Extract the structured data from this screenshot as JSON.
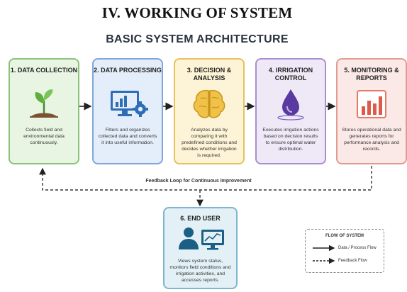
{
  "heading": "IV. WORKING OF SYSTEM",
  "subheading": "BASIC SYSTEM ARCHITECTURE",
  "boxes": [
    {
      "title": "1. DATA COLLECTION",
      "desc": "Collects field and environmental data continuously.",
      "icon": "plant-sprout-icon"
    },
    {
      "title": "2. DATA PROCESSING",
      "desc": "Filters and organizes collected data and converts it into useful information.",
      "icon": "monitor-chart-gear-icon"
    },
    {
      "title": "3. DECISION & ANALYSIS",
      "desc": "Analyzes data by comparing it with predefined conditions and decides whether irrigation is required.",
      "icon": "brain-icon"
    },
    {
      "title": "4. IRRIGATION CONTROL",
      "desc": "Executes irrigation actions based on decision results to ensure optimal water distribution.",
      "icon": "water-drop-icon"
    },
    {
      "title": "5. MONITORING & REPORTS",
      "desc": "Stores operational data and generates reports for performance analysis and records.",
      "icon": "bar-chart-report-icon"
    }
  ],
  "end_user": {
    "title": "6. END USER",
    "desc": "Views system status, monitors field conditions and irrigation activities, and accesses reports.",
    "icon": "user-monitor-icon"
  },
  "feedback_label": "Feedback Loop for Continuous Improvement",
  "legend": {
    "title": "FLOW OF SYSTEM",
    "items": [
      "Data / Process Flow",
      "Feedback Flow"
    ]
  },
  "colors": {
    "collection": "#8cc27a",
    "processing": "#7fa7d8",
    "decision": "#e5c25a",
    "irrigation": "#a98fd0",
    "monitoring": "#e39b90",
    "end_user": "#7cb6cf"
  }
}
